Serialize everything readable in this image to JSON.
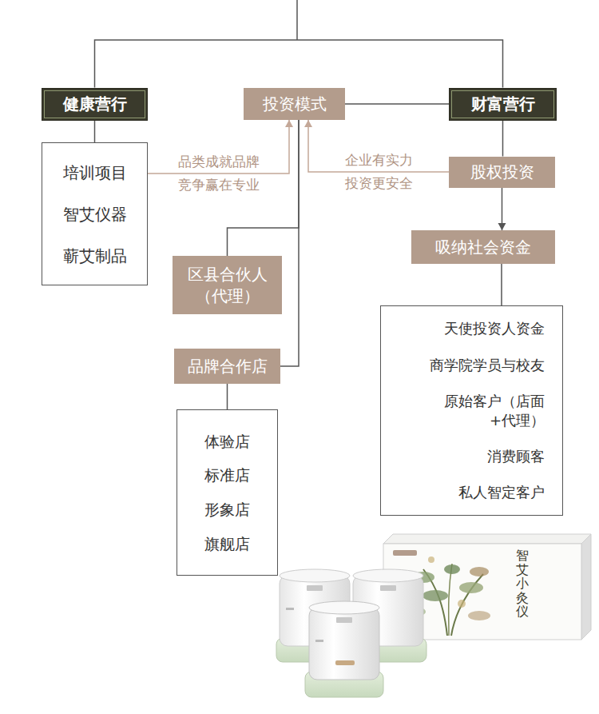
{
  "diagram": {
    "nodes": [
      {
        "text": [
          "健康营行"
        ]
      },
      {
        "text": [
          "投资模式"
        ]
      },
      {
        "text": [
          "财富营行"
        ]
      },
      {
        "text": [
          "培训项目",
          "智艾仪器",
          "蕲艾制品"
        ]
      },
      {
        "text": [
          "股权投资"
        ]
      },
      {
        "text": [
          "吸纳社会资金"
        ]
      },
      {
        "text": [
          "区县合伙人 （代理）"
        ]
      },
      {
        "text": [
          "品牌合作店"
        ]
      },
      {
        "text": [
          "体验店",
          "标准店",
          "形象店",
          "旗舰店"
        ]
      },
      {
        "text": [
          "天使投资人资金",
          "商学院学员与校友",
          "原始客户（店面+代理）",
          "消费顾客",
          "私人智定客户"
        ]
      }
    ],
    "edges": [
      {
        "from": 0,
        "to": 2,
        "arrow": "none"
      },
      {
        "from": 0,
        "to": 3,
        "arrow": "none"
      },
      {
        "from": 3,
        "to": 1,
        "label": "品类成就品牌 竞争赢在专业",
        "arrow": "to"
      },
      {
        "from": 4,
        "to": 1,
        "label": "企业有实力 投资更安全",
        "arrow": "to"
      },
      {
        "from": 2,
        "to": 1,
        "arrow": "none"
      },
      {
        "from": 2,
        "to": 4,
        "arrow": "none"
      },
      {
        "from": 4,
        "to": 5,
        "arrow": "to"
      },
      {
        "from": 5,
        "to": 9,
        "arrow": "none"
      },
      {
        "from": 1,
        "to": 6,
        "arrow": "none"
      },
      {
        "from": 1,
        "to": 7,
        "arrow": "none"
      },
      {
        "from": 7,
        "to": 8,
        "arrow": "none"
      }
    ],
    "labels": [
      "智艾小灸仪"
    ]
  }
}
